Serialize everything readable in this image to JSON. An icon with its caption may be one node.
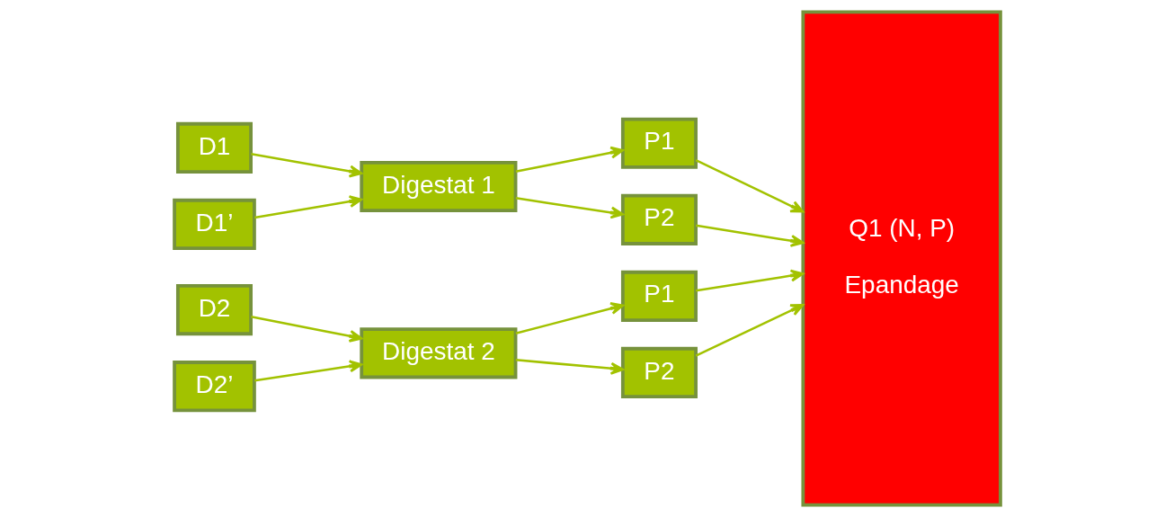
{
  "diagram": {
    "nodes": [
      {
        "text": [
          "D1"
        ]
      },
      {
        "text": [
          "D1’"
        ]
      },
      {
        "text": [
          "Digestat 1"
        ]
      },
      {
        "text": [
          "P1"
        ]
      },
      {
        "text": [
          "P2"
        ]
      },
      {
        "text": [
          "D2"
        ]
      },
      {
        "text": [
          "D2’"
        ]
      },
      {
        "text": [
          "Digestat 2"
        ]
      },
      {
        "text": [
          "P1"
        ]
      },
      {
        "text": [
          "P2"
        ]
      },
      {
        "text": [
          "Q1 (N, P)",
          "Epandage"
        ]
      }
    ],
    "edges": [
      {
        "from": 0,
        "to": 2,
        "arrow": "to"
      },
      {
        "from": 1,
        "to": 2,
        "arrow": "to"
      },
      {
        "from": 2,
        "to": 3,
        "arrow": "to"
      },
      {
        "from": 2,
        "to": 4,
        "arrow": "to"
      },
      {
        "from": 3,
        "to": 10,
        "arrow": "to"
      },
      {
        "from": 4,
        "to": 10,
        "arrow": "to"
      },
      {
        "from": 5,
        "to": 7,
        "arrow": "to"
      },
      {
        "from": 6,
        "to": 7,
        "arrow": "to"
      },
      {
        "from": 7,
        "to": 8,
        "arrow": "to"
      },
      {
        "from": 7,
        "to": 9,
        "arrow": "to"
      },
      {
        "from": 8,
        "to": 10,
        "arrow": "to"
      },
      {
        "from": 9,
        "to": 10,
        "arrow": "to"
      }
    ]
  }
}
